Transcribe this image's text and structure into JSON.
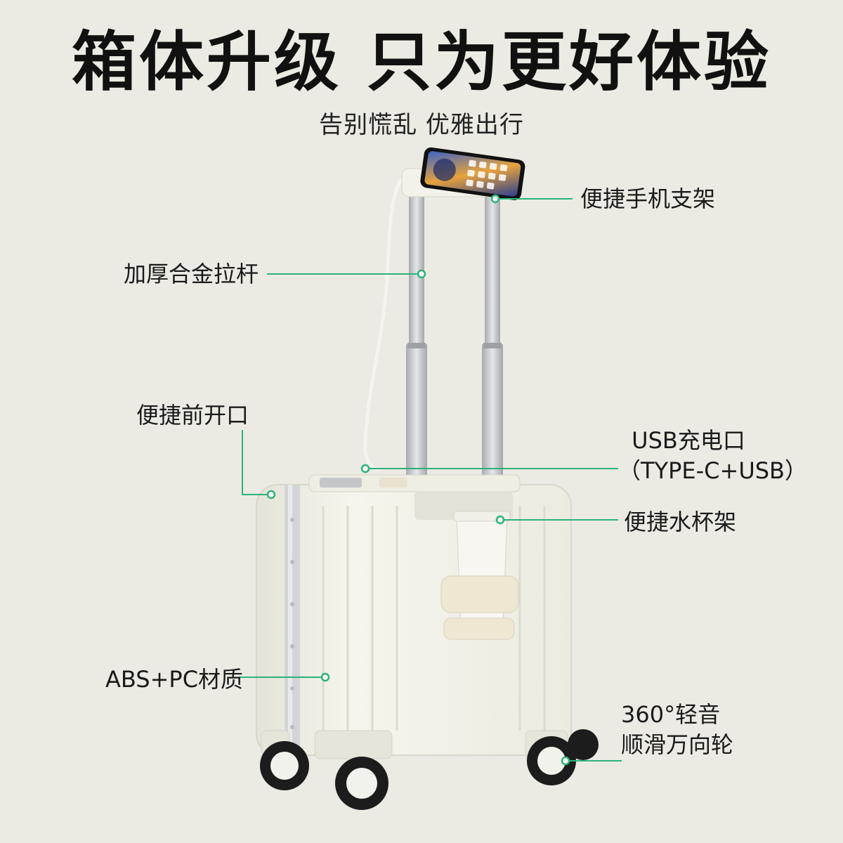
{
  "header": {
    "title": "箱体升级 只为更好体验",
    "subtitle": "告别慌乱 优雅出行"
  },
  "callouts": {
    "phone_holder": "便捷手机支架",
    "alloy_handle": "加厚合金拉杆",
    "front_opening": "便捷前开口",
    "usb_port_line1": "USB充电口",
    "usb_port_line2": "（TYPE-C+USB）",
    "cup_holder": "便捷水杯架",
    "material": "ABS+PC材质",
    "wheels_line1": "360°轻音",
    "wheels_line2": "顺滑万向轮"
  },
  "colors": {
    "background": "#ebebe3",
    "accent_line": "#2bb37a",
    "suitcase": "#f1f0e6",
    "handle": "#c9cbcd"
  }
}
